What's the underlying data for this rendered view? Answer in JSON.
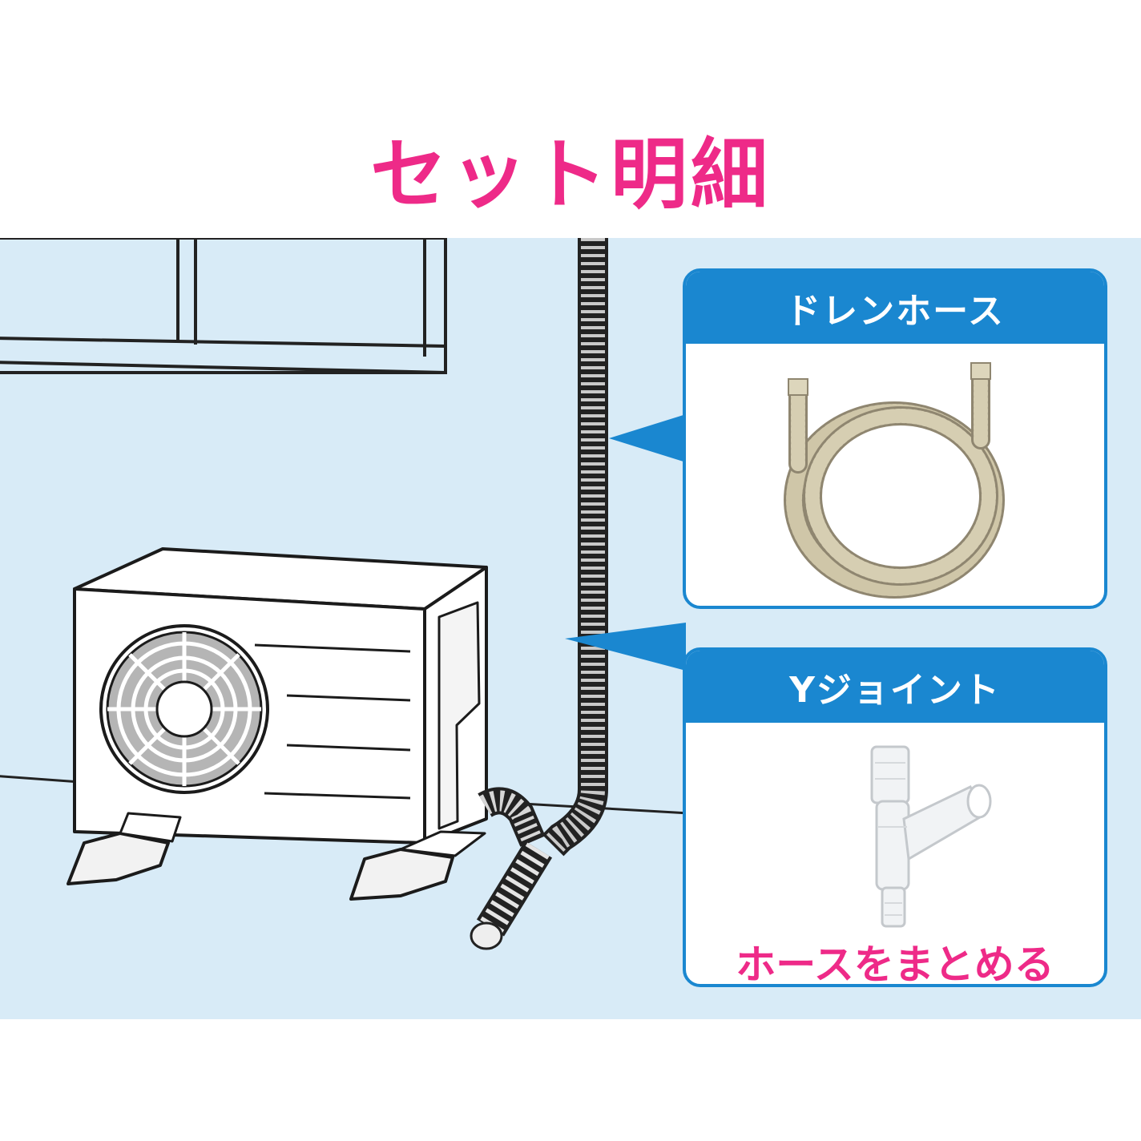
{
  "title": "セット明細",
  "colors": {
    "accent_pink": "#ee2a88",
    "brand_blue": "#1a87d0",
    "background_blue": "#d8ebf7"
  },
  "cards": [
    {
      "label": "ドレンホース",
      "icon": "drain-hose-coil-image"
    },
    {
      "label": "Yジョイント",
      "icon": "y-joint-image",
      "caption": "ホースをまとめる"
    }
  ]
}
